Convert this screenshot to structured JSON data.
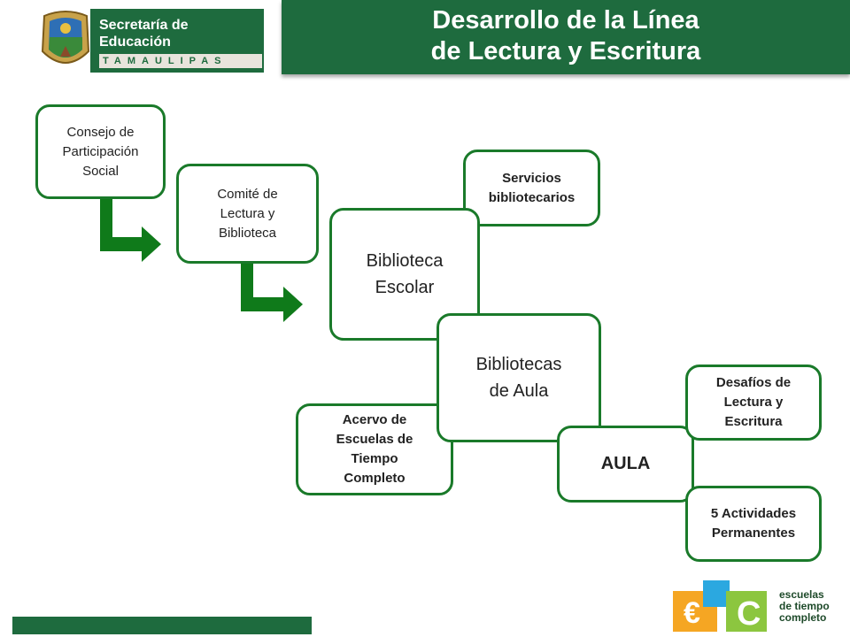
{
  "title": {
    "line1": "Desarrollo de la Línea",
    "line2": "de Lectura y Escritura"
  },
  "logo": {
    "line1": "Secretaría de",
    "line2": "Educación",
    "state": "TAMAULIPAS"
  },
  "nodes": {
    "consejo": "Consejo de Participación Social",
    "comite": "Comité de Lectura y Biblioteca",
    "biblioteca_escolar": "Biblioteca Escolar",
    "servicios": "Servicios bibliotecarios",
    "bibliotecas_aula": "Bibliotecas de Aula",
    "acervo": "Acervo de Escuelas de Tiempo Completo",
    "aula": "AULA",
    "desafios": "Desafíos de Lectura y Escritura",
    "actividades": "5 Actividades Permanentes"
  },
  "etc_logo": {
    "line1": "escuelas",
    "line2": "de tiempo",
    "line3": "completo"
  },
  "colors": {
    "green": "#1e6b3e",
    "border": "#1a7a2a",
    "arrow": "#0f7a1a"
  }
}
